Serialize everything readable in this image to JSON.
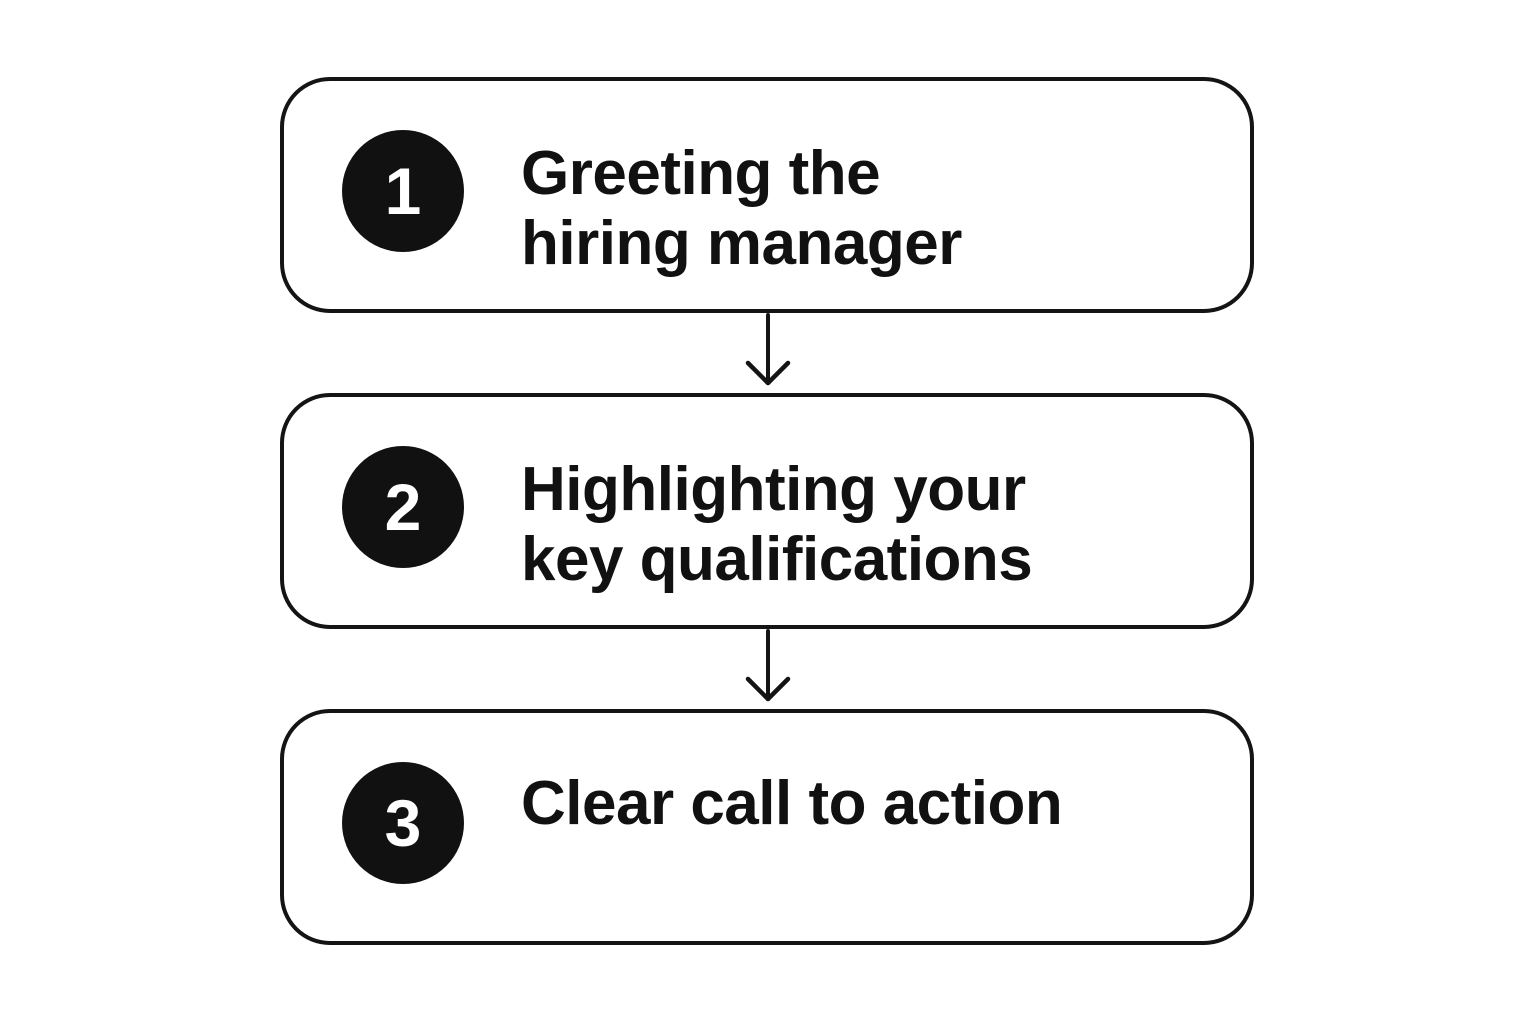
{
  "steps": [
    {
      "number": "1",
      "label": "Greeting the\nhiring manager"
    },
    {
      "number": "2",
      "label": "Highlighting your\nkey qualifications"
    },
    {
      "number": "3",
      "label": "Clear call to action"
    }
  ],
  "colors": {
    "stroke": "#141414",
    "badge": "#111111",
    "badge_text": "#ffffff",
    "background": "#ffffff"
  }
}
